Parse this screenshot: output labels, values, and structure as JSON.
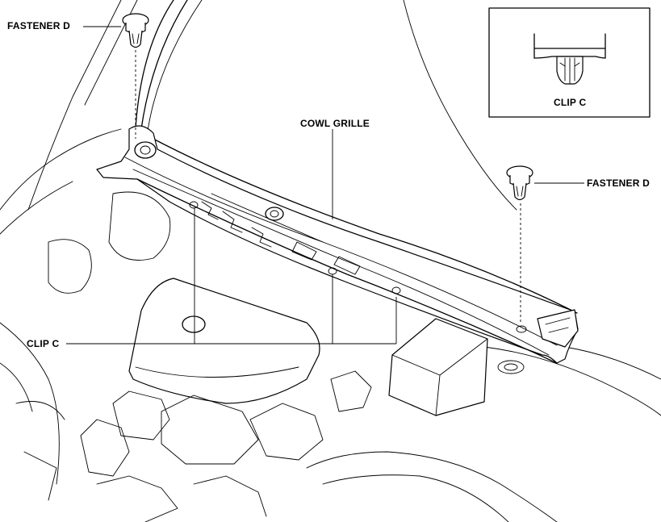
{
  "labels": {
    "fastener_top_left": "FASTENER D",
    "fastener_right": "FASTENER D",
    "cowl_grille": "COWL GRILLE",
    "clip_left": "CLIP C",
    "clip_inset": "CLIP C"
  }
}
